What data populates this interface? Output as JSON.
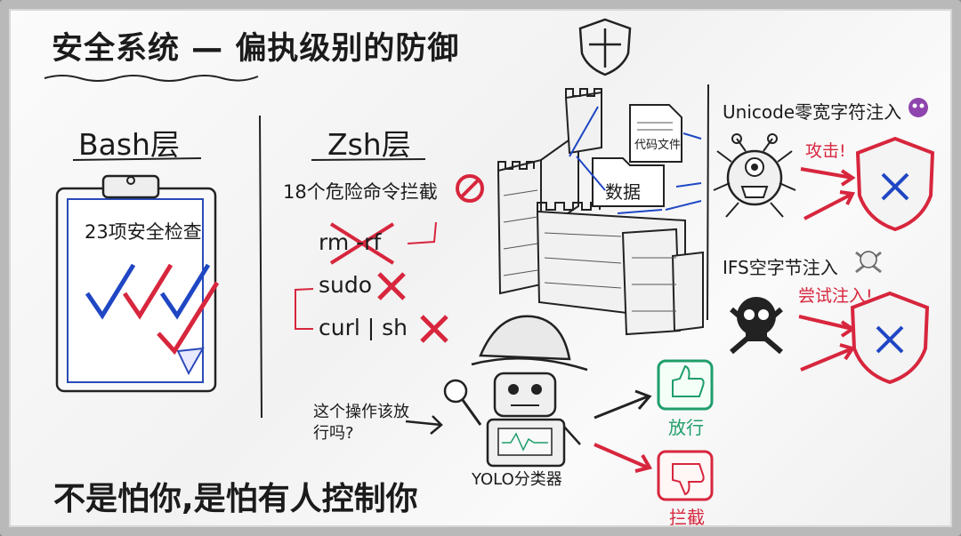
{
  "title": "安全系统 — 偏执级别的防御",
  "bash": {
    "heading": "Bash层",
    "clipboard_title": "23项安全检查"
  },
  "zsh": {
    "heading": "Zsh层",
    "danger_text": "18个危险命令拦截",
    "commands": [
      "rm -rf",
      "sudo",
      "curl | sh"
    ]
  },
  "fortress": {
    "code_file_label": "代码文件",
    "data_label": "数据"
  },
  "robot": {
    "question": "这个操作该放行吗?",
    "name": "YOLO分类器",
    "allow_label": "放行",
    "block_label": "拦截"
  },
  "attacks": {
    "unicode_label": "Unicode零宽字符注入",
    "unicode_tag": "攻击!",
    "ifs_label": "IFS空字节注入",
    "ifs_tag": "尝试注入!"
  },
  "slogan": "不是怕你,是怕有人控制你",
  "colors": {
    "ink": "#1b1b1b",
    "red": "#d7263d",
    "blue": "#1f47c4",
    "green": "#1f9e6b"
  },
  "icons": [
    "shield-icon",
    "clipboard-icon",
    "check-mark-icon",
    "no-entry-icon",
    "cross-icon",
    "castle-wall-illustration",
    "detective-robot-illustration",
    "magnifier-icon",
    "thumbs-up-icon",
    "thumbs-down-icon",
    "virus-monster-icon",
    "skull-crossbones-icon",
    "alien-emoji-icon",
    "skull-emoji-icon"
  ]
}
